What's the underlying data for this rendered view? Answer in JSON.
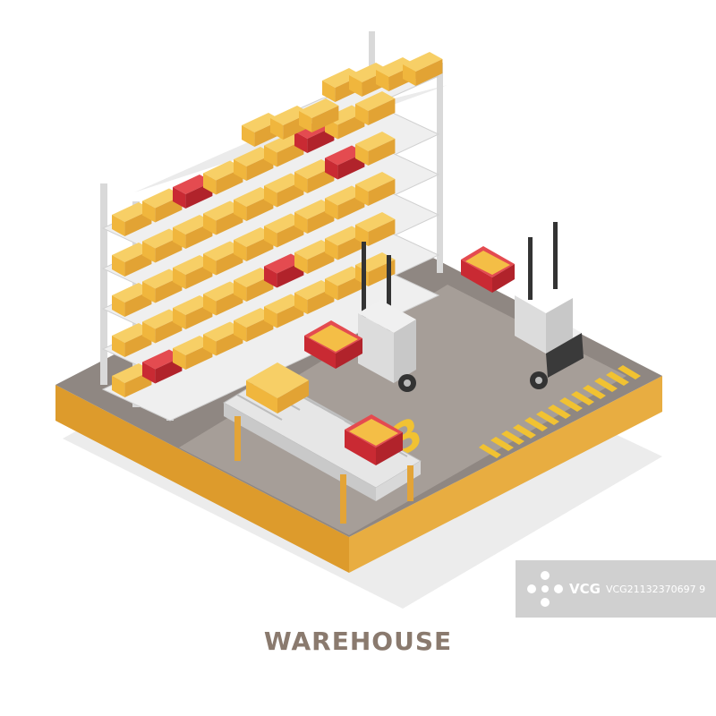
{
  "title": "WAREHOUSE",
  "floor_marking": "A3",
  "watermark": {
    "brand": "VCG",
    "id": "VCG21132370697 9"
  },
  "colors": {
    "floor": "#8f8782",
    "platform_edge": "#e3a437",
    "box": "#f4be46",
    "crate": "#d8313a",
    "rack": "#e7e7e7",
    "marking": "#f1c232",
    "title": "#8a7a6e"
  }
}
